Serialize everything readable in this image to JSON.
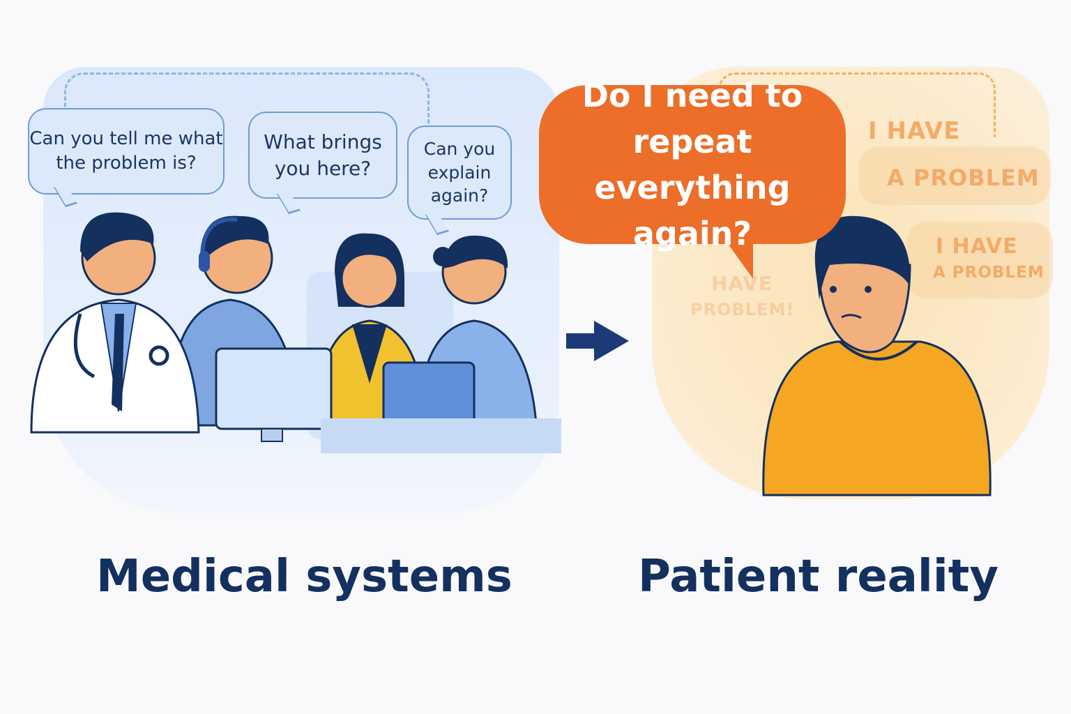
{
  "left_panel": {
    "bubbles": [
      "Can you tell me what the problem is?",
      "What brings you here?",
      "Can you explain again?"
    ],
    "caption": "Medical systems"
  },
  "right_panel": {
    "main_bubble": "Do I need to repeat everything again?",
    "faded_texts": [
      "I HAVE",
      "A PROBLEM",
      "I HAVE",
      "A PROBLEM",
      "HAVE",
      "PROBLEM!"
    ],
    "caption": "Patient reality"
  },
  "colors": {
    "navy": "#13305f",
    "blue": "#dbe9fb",
    "orange": "#ec6e28",
    "yellow": "#f5a623"
  }
}
